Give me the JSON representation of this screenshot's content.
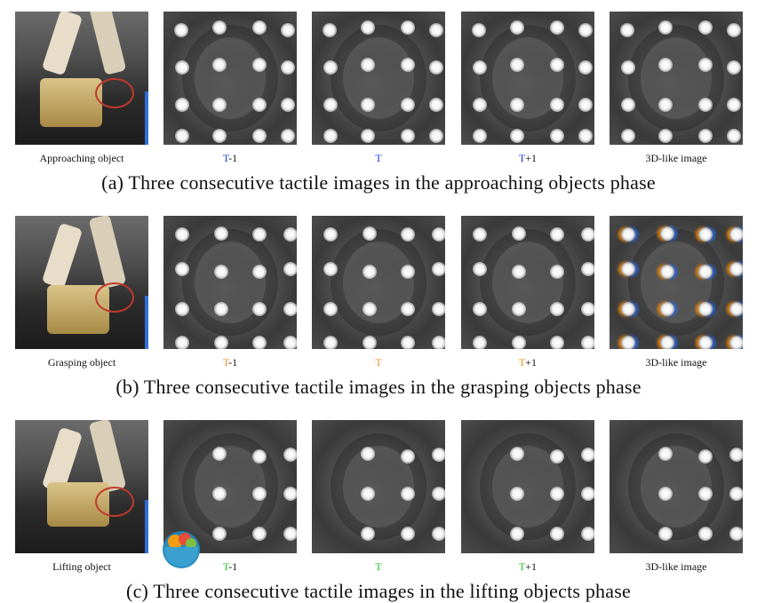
{
  "rows": [
    {
      "photo_label": "Approaching object",
      "tile_labels": [
        {
          "prefix": "T",
          "suffix": "-1"
        },
        {
          "prefix": "T",
          "suffix": ""
        },
        {
          "prefix": "T",
          "suffix": "+1"
        },
        {
          "prefix": "",
          "suffix": "3D-like image"
        }
      ],
      "t_color": "#1a3bd6",
      "caption": "(a) Three consecutive tactile images in the approaching objects phase"
    },
    {
      "photo_label": "Grasping object",
      "tile_labels": [
        {
          "prefix": "T",
          "suffix": "-1"
        },
        {
          "prefix": "T",
          "suffix": ""
        },
        {
          "prefix": "T",
          "suffix": "+1"
        },
        {
          "prefix": "",
          "suffix": "3D-like image"
        }
      ],
      "t_color": "#f08c1a",
      "caption": "(b) Three consecutive tactile images in the grasping objects phase"
    },
    {
      "photo_label": "Lifting object",
      "tile_labels": [
        {
          "prefix": "T",
          "suffix": "-1"
        },
        {
          "prefix": "T",
          "suffix": ""
        },
        {
          "prefix": "T",
          "suffix": "+1"
        },
        {
          "prefix": "",
          "suffix": "3D-like image"
        }
      ],
      "t_color": "#22c322",
      "caption": "(c) Three consecutive tactile images in the lifting objects phase"
    }
  ],
  "icons": [
    "fruit-bowl-logo-icon"
  ]
}
